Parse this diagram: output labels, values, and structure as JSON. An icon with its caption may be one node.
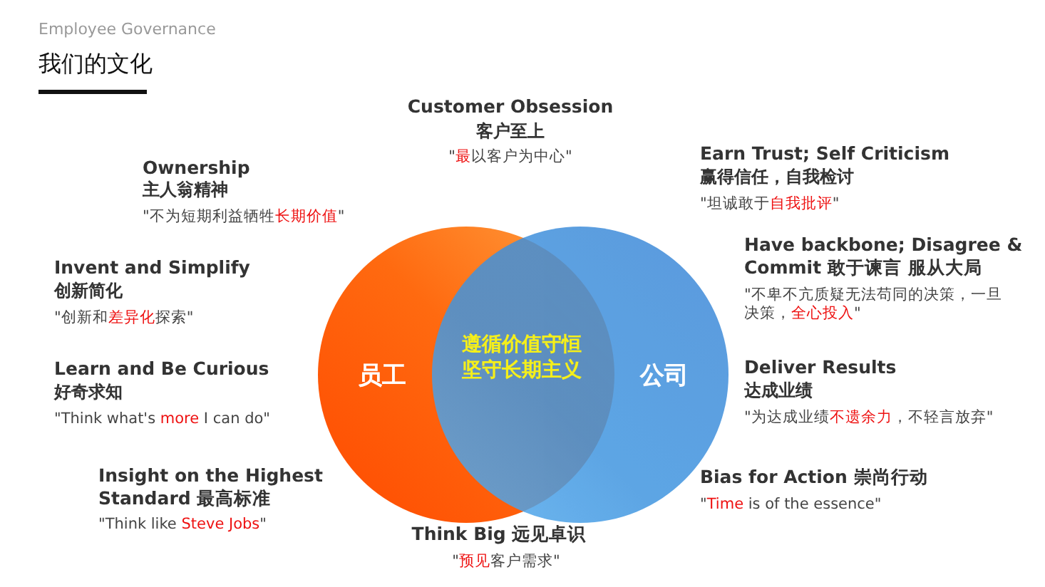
{
  "diagram": {
    "title": "我们的文化",
    "nodes": [
      {
        "text": [
          "员工"
        ]
      },
      {
        "text": [
          "公司"
        ]
      }
    ],
    "labels": [
      "Employee Governance",
      "Customer Obsession",
      "客户至上",
      "\"**最**以客户为中心\"",
      "Ownership",
      "主人翁精神",
      "\"不为短期利益牺牲**长期价值**\"",
      "Earn Trust; Self Criticism",
      "赢得信任，自我检讨",
      "\"坦诚敢于**自我批评**\"",
      "Invent and Simplify",
      "创新简化",
      "\"创新和**差异化**探索\"",
      "Have backbone; Disagree & Commit 敢于谏言 服从大局",
      "\"不卑不亢质疑无法苟同的决策，一旦决策，**全心投入**\"",
      "Learn and Be Curious",
      "好奇求知",
      "\"Think what's **more** I can do\"",
      "Deliver Results",
      "达成业绩",
      "\"为达成业绩**不遗余力**，不轻言放弃\"",
      "遵循价值守恒坚守长期主义",
      "Insight on the Highest Standard 最高标准",
      "\"Think like **Steve Jobs**\"",
      "Bias for Action 崇尚行动",
      "\"**Time** is of the essence\"",
      "Think Big 远见卓识",
      "\"**预见**客户需求\""
    ]
  }
}
